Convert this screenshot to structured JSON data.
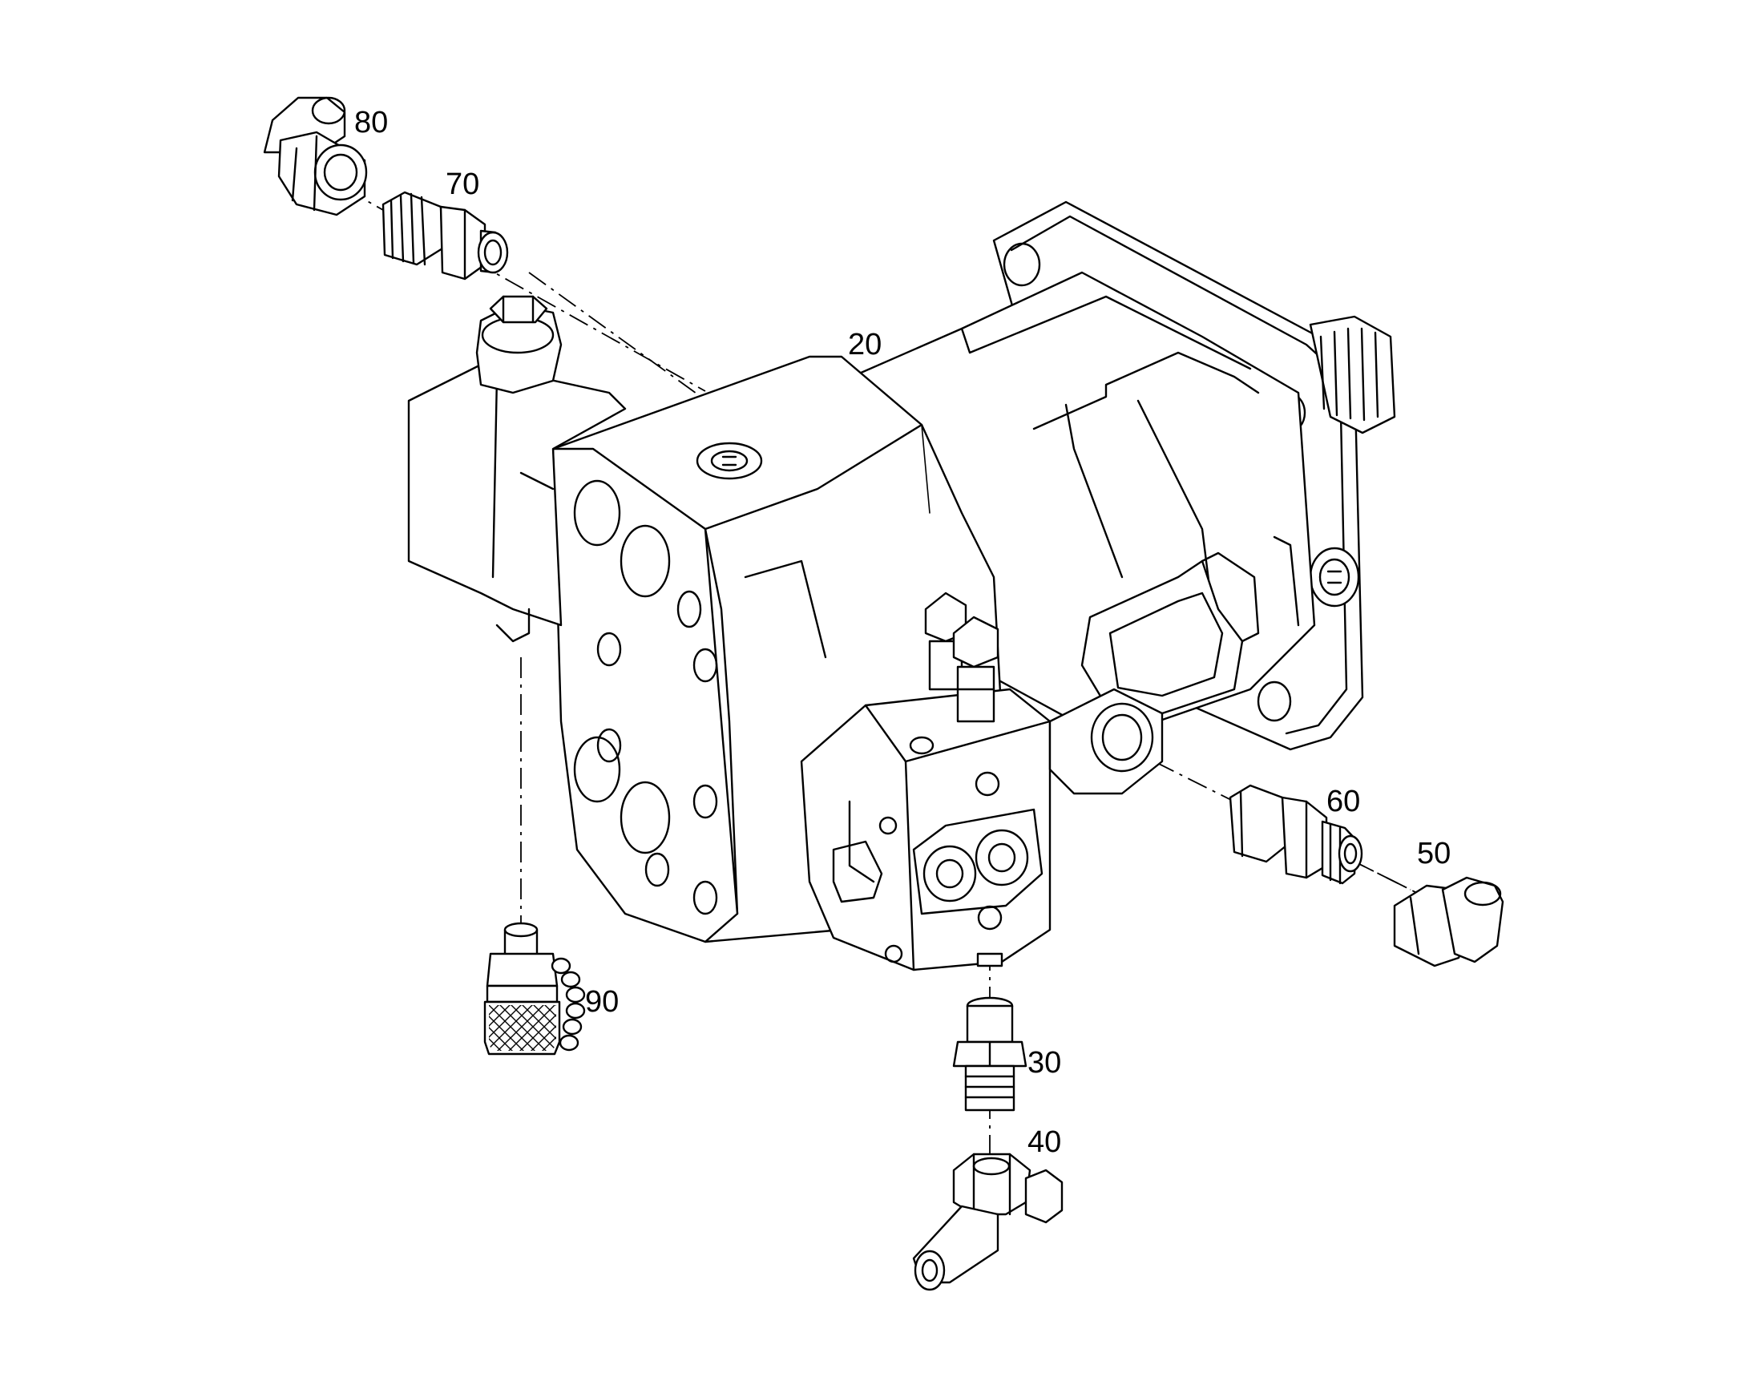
{
  "callouts": {
    "c20": "20",
    "c30": "30",
    "c40": "40",
    "c50": "50",
    "c60": "60",
    "c70": "70",
    "c80": "80",
    "c90": "90"
  },
  "colors": {
    "line": "#000000",
    "background": "#ffffff"
  }
}
